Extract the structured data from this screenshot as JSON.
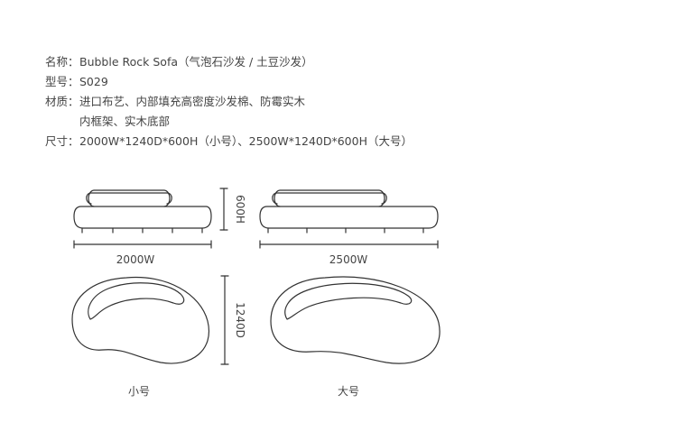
{
  "specs": {
    "name_label": "名称：",
    "name_value": "Bubble Rock Sofa（气泡石沙发 / 土豆沙发）",
    "model_label": "型号：",
    "model_value": "S029",
    "material_label": "材质：",
    "material_value_line1": "进口布艺、内部填充高密度沙发棉、防霉实木",
    "material_value_line2": "内框架、实木底部",
    "size_label": "尺寸：",
    "size_value": "2000W*1240D*600H（小号）、2500W*1240D*600H（大号）"
  },
  "drawing": {
    "height_dim": "600H",
    "depth_dim": "1240D",
    "small_width": "2000W",
    "large_width": "2500W",
    "small_caption": "小号",
    "large_caption": "大号",
    "line_color": "#333333"
  }
}
